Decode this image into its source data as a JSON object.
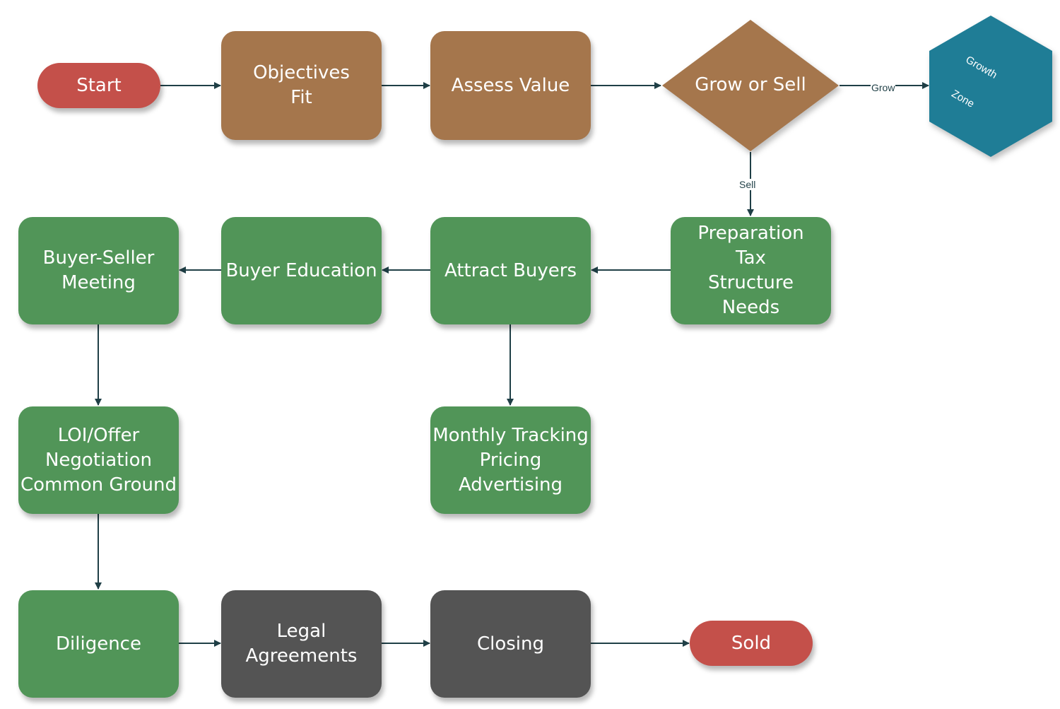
{
  "colors": {
    "brown": "#A5764C",
    "green": "#519558",
    "gray": "#545454",
    "red": "#C4504A",
    "teal": "#1F7D96",
    "arrow": "#1F3F46"
  },
  "nodes": {
    "start": "Start",
    "objectives_fit": "Objectives\nFit",
    "assess_value": "Assess Value",
    "grow_or_sell": "Grow or Sell",
    "growth_zone": {
      "line1": "Growth",
      "line2": "Zone"
    },
    "preparation": "Preparation\nTax\nStructure\nNeeds",
    "attract_buyers": "Attract Buyers",
    "buyer_education": "Buyer Education",
    "buyer_seller_meeting": "Buyer-Seller\nMeeting",
    "monthly_tracking": "Monthly Tracking\nPricing\nAdvertising",
    "loi_offer": "LOI/Offer\nNegotiation\nCommon Ground",
    "diligence": "Diligence",
    "legal_agreements": "Legal\nAgreements",
    "closing": "Closing",
    "sold": "Sold"
  },
  "edge_labels": {
    "grow": "Grow",
    "sell": "Sell"
  }
}
